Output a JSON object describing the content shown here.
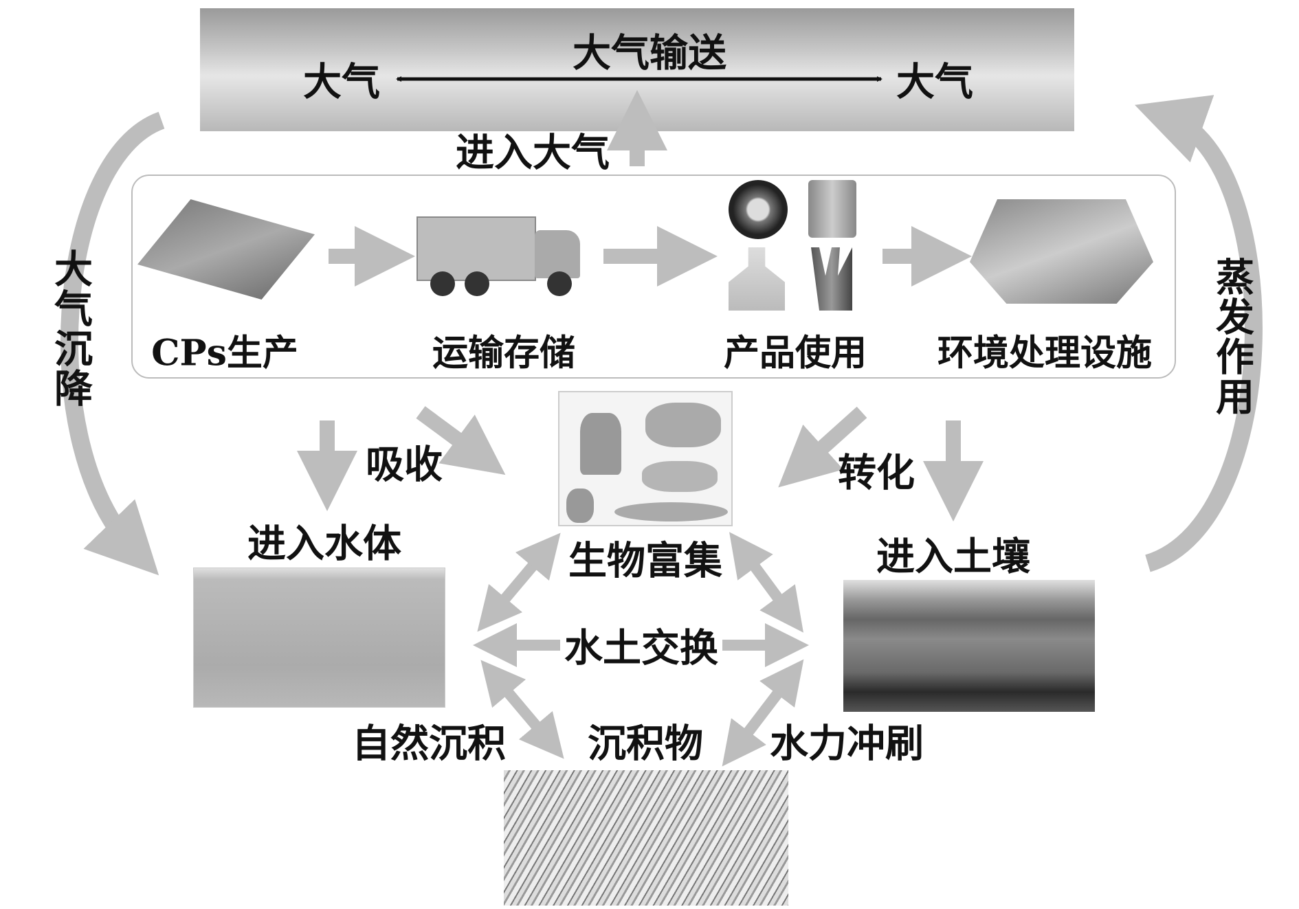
{
  "atmosphere": {
    "transport": "大气输送",
    "left": "大气",
    "right": "大气",
    "enter": "进入大气",
    "deposition": "大气沉降",
    "evaporation": "蒸发作用"
  },
  "process": {
    "steps": [
      "CPs生产",
      "运输存储",
      "产品使用",
      "环境处理设施"
    ]
  },
  "middle": {
    "absorb": "吸收",
    "transform": "转化",
    "water": "进入水体",
    "bio": "生物富集",
    "soil": "进入土壤",
    "exchange": "水土交换",
    "natural_sed": "自然沉积",
    "sediment": "沉积物",
    "scour": "水力冲刷"
  },
  "colors": {
    "arrow": "#bdbdbd",
    "text": "#111111"
  }
}
